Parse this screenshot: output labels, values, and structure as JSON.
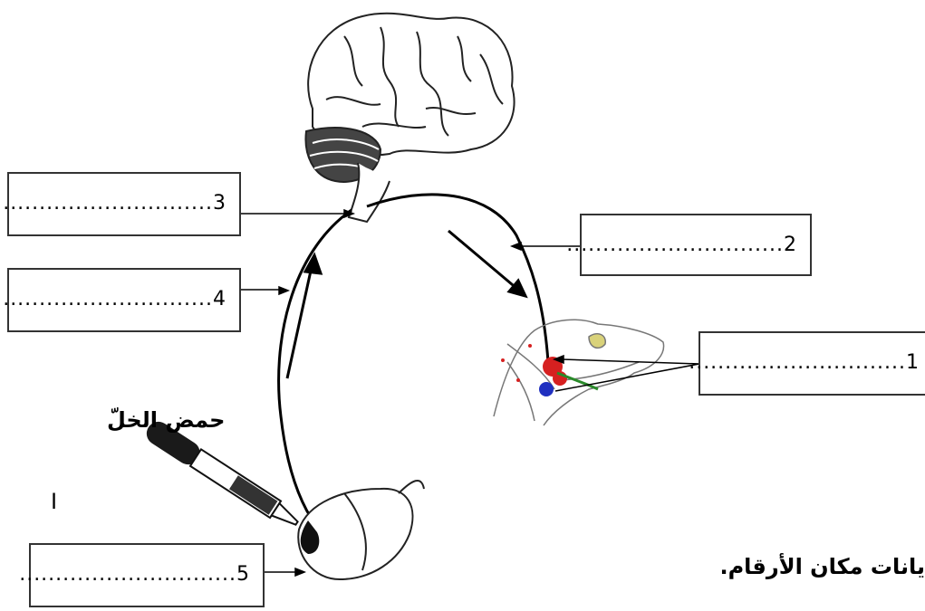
{
  "labels": [
    {
      "id": 1,
      "text": "..............................1"
    },
    {
      "id": 2,
      "text": "..............................2"
    },
    {
      "id": 3,
      "text": "..............................3"
    },
    {
      "id": 4,
      "text": "..............................4"
    },
    {
      "id": 5,
      "text": "..............................5"
    }
  ],
  "dropper_label": "حمض الخلّ",
  "stray_mark": "I",
  "instruction": "يانات مكان الأرقام.",
  "colors": {
    "line": "#000000",
    "gland_red": "#d62020",
    "gland_blue": "#2030c0",
    "gland_green": "#2a8a2a"
  }
}
